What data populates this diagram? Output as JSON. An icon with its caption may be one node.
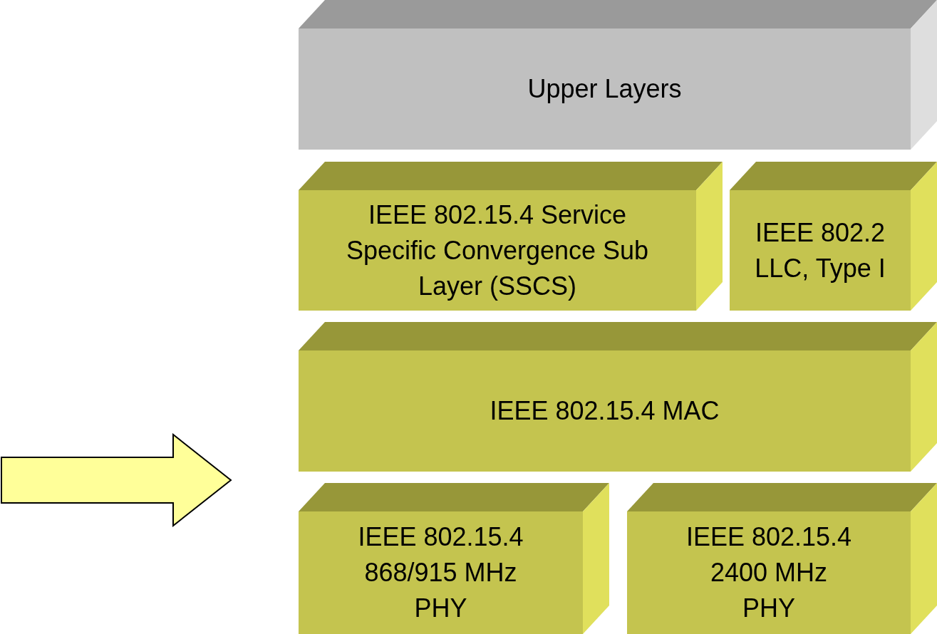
{
  "diagram": {
    "nodes": [
      {
        "text": [
          "Upper Layers"
        ]
      },
      {
        "text": [
          "IEEE 802.15.4 Service Specific Convergence Sub Layer (SSCS)"
        ]
      },
      {
        "text": [
          "IEEE 802.2 LLC, Type I"
        ]
      },
      {
        "text": [
          "IEEE 802.15.4 MAC"
        ]
      },
      {
        "text": [
          "IEEE 802.15.4 868/915 MHz PHY"
        ]
      },
      {
        "text": [
          "IEEE 802.15.4 2400 MHz PHY"
        ]
      }
    ]
  }
}
